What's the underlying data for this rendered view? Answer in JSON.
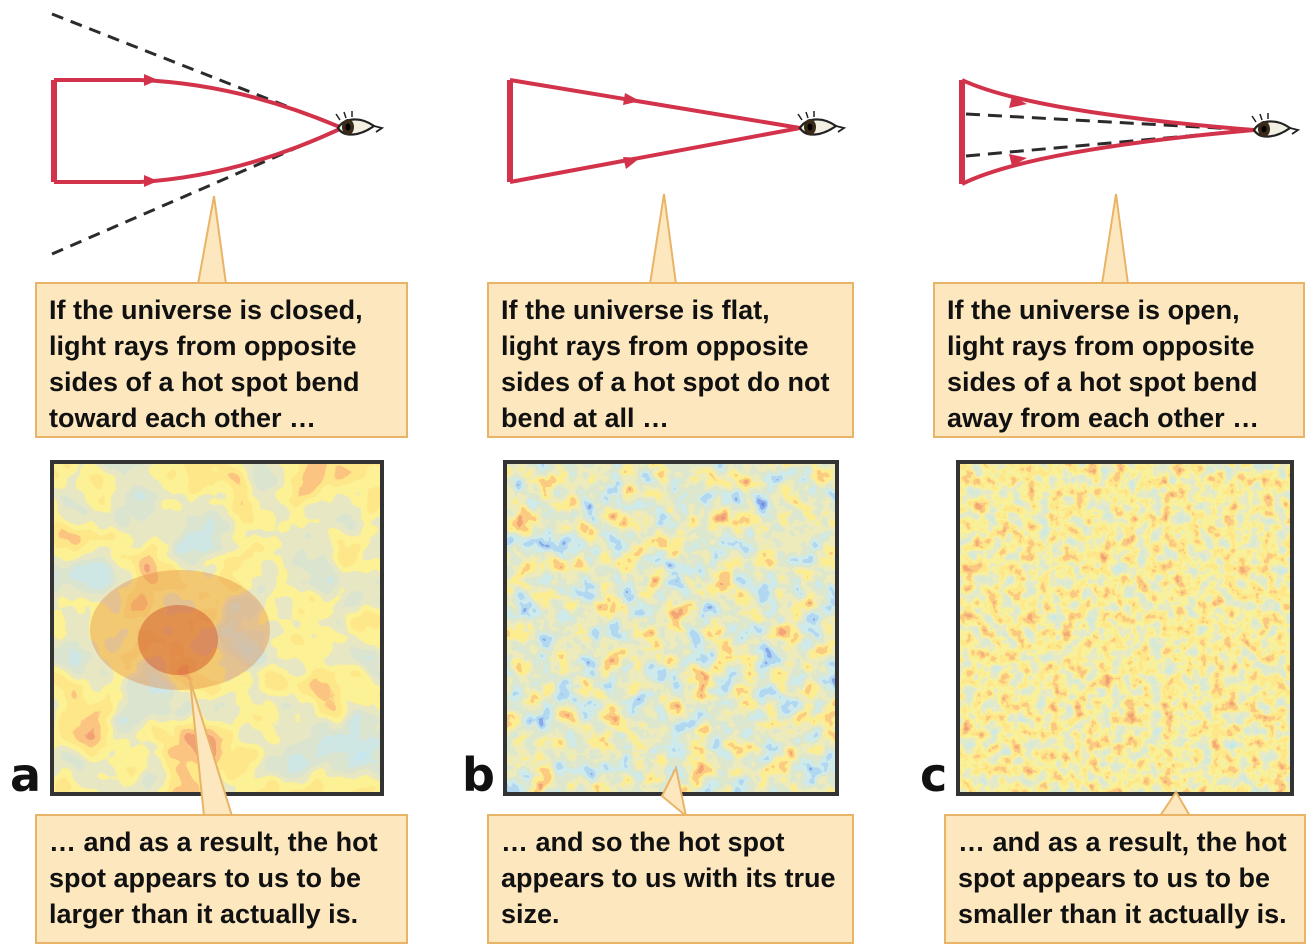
{
  "panels": [
    {
      "letter": "a",
      "top_caption": "If the universe is closed,\nlight rays from opposite\nsides of a hot spot bend\ntoward each other …",
      "bottom_caption": "… and as a result, the hot\nspot appears to us to be\nlarger than it actually is."
    },
    {
      "letter": "b",
      "top_caption": "If the universe is flat,\nlight rays from opposite\nsides of a hot spot do not\nbend at all …",
      "bottom_caption": "… and so the hot spot\nappears to us with its true\nsize."
    },
    {
      "letter": "c",
      "top_caption": "If the universe is open,\nlight rays from opposite\nsides of a hot spot bend\naway from each other …",
      "bottom_caption": "… and as a result, the hot\nspot appears to us to be\nsmaller than it actually is."
    }
  ],
  "colors": {
    "ray": "#d2334a",
    "dashed": "#2b2b2b",
    "caption_fill": "#fde7bf",
    "caption_border": "#e9b467",
    "map_border": "#333333"
  },
  "icons": {
    "observer": "eye-icon"
  }
}
